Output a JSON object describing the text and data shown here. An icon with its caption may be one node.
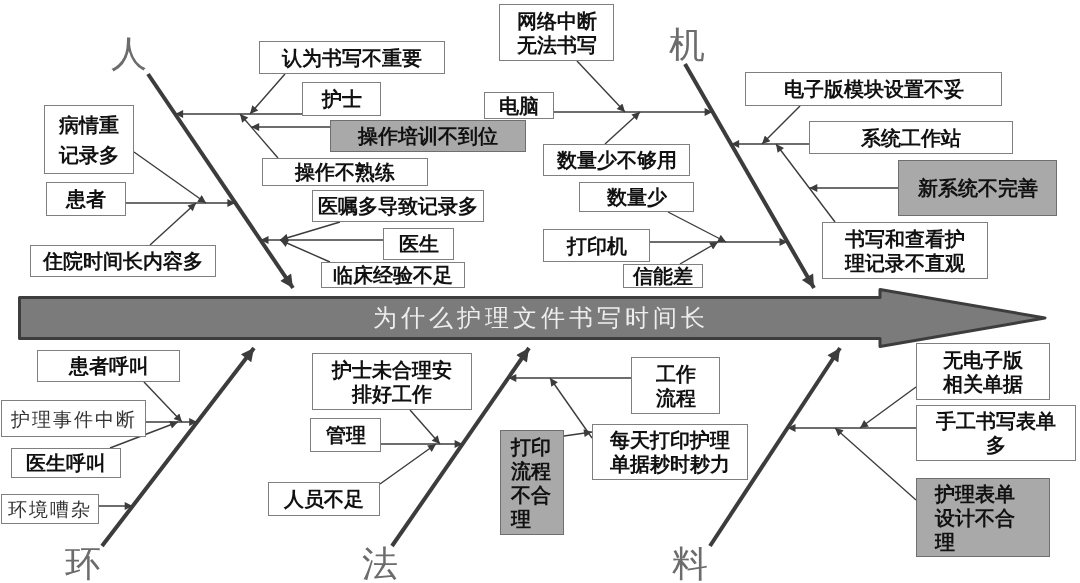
{
  "diagram": {
    "nodes": [
      {
        "text": [
          "人"
        ]
      },
      {
        "text": [
          "认为书写不重要"
        ]
      },
      {
        "text": [
          "护士"
        ]
      },
      {
        "text": [
          "操作培训不到位"
        ]
      },
      {
        "text": [
          "操作不熟练"
        ]
      },
      {
        "text": [
          "病情重记录多"
        ]
      },
      {
        "text": [
          "患者"
        ]
      },
      {
        "text": [
          "住院时间长内容多"
        ]
      },
      {
        "text": [
          "医嘱多导致记录多"
        ]
      },
      {
        "text": [
          "医生"
        ]
      },
      {
        "text": [
          "临床经验不足"
        ]
      },
      {
        "text": [
          "网络中断无法书写"
        ]
      },
      {
        "text": [
          "机"
        ]
      },
      {
        "text": [
          "电脑"
        ]
      },
      {
        "text": [
          "数量少不够用"
        ]
      },
      {
        "text": [
          "数量少"
        ]
      },
      {
        "text": [
          "打印机"
        ]
      },
      {
        "text": [
          "信能差"
        ]
      },
      {
        "text": [
          "电子版模块设置不妥"
        ]
      },
      {
        "text": [
          "系统工作站"
        ]
      },
      {
        "text": [
          "新系统不完善"
        ]
      },
      {
        "text": [
          "书写和查看护理记录不直观"
        ]
      },
      {
        "text": [
          "为什么护理文件书写时间长"
        ]
      },
      {
        "text": [
          "患者呼叫"
        ]
      },
      {
        "text": [
          "护理事件中断"
        ]
      },
      {
        "text": [
          "医生呼叫"
        ]
      },
      {
        "text": [
          "环境嘈杂"
        ]
      },
      {
        "text": [
          "环"
        ]
      },
      {
        "text": [
          "护士未合理安排好工作"
        ]
      },
      {
        "text": [
          "管理"
        ]
      },
      {
        "text": [
          "人员不足"
        ]
      },
      {
        "text": [
          "打印流程不合理"
        ]
      },
      {
        "text": [
          "工作流程"
        ]
      },
      {
        "text": [
          "每天打印护理单据耖时耖力"
        ]
      },
      {
        "text": [
          "法"
        ]
      },
      {
        "text": [
          "无电子版相关单据"
        ]
      },
      {
        "text": [
          "手工书写表单多"
        ]
      },
      {
        "text": [
          "护理表单设计不合理"
        ]
      },
      {
        "text": [
          "料"
        ]
      }
    ],
    "edges": [
      {
        "from": 0,
        "to": 22,
        "arrow": "to",
        "style": "thick"
      },
      {
        "from": 12,
        "to": 22,
        "arrow": "to",
        "style": "thick"
      },
      {
        "from": 27,
        "to": 22,
        "arrow": "to",
        "style": "thick"
      },
      {
        "from": 34,
        "to": 22,
        "arrow": "to",
        "style": "thick"
      },
      {
        "from": 38,
        "to": 22,
        "arrow": "to",
        "style": "thick"
      },
      {
        "from": 2,
        "to": null,
        "arrow": "to"
      },
      {
        "from": 1,
        "to": null,
        "arrow": "to"
      },
      {
        "from": 4,
        "to": null,
        "arrow": "to"
      },
      {
        "from": 3,
        "to": null,
        "arrow": "to"
      },
      {
        "from": 6,
        "to": null,
        "arrow": "to"
      },
      {
        "from": 5,
        "to": null,
        "arrow": "to"
      },
      {
        "from": 7,
        "to": null,
        "arrow": "to"
      },
      {
        "from": 9,
        "to": null,
        "arrow": "to"
      },
      {
        "from": 8,
        "to": null,
        "arrow": "to"
      },
      {
        "from": 10,
        "to": null,
        "arrow": "to"
      },
      {
        "from": 13,
        "to": null,
        "arrow": "to"
      },
      {
        "from": 11,
        "to": null,
        "arrow": "to"
      },
      {
        "from": 14,
        "to": null,
        "arrow": "to"
      },
      {
        "from": 16,
        "to": null,
        "arrow": "to"
      },
      {
        "from": 15,
        "to": null,
        "arrow": "to"
      },
      {
        "from": 17,
        "to": null,
        "arrow": "to"
      },
      {
        "from": 19,
        "to": null,
        "arrow": "to"
      },
      {
        "from": 18,
        "to": null,
        "arrow": "to"
      },
      {
        "from": 21,
        "to": null,
        "arrow": "to"
      },
      {
        "from": 20,
        "to": null,
        "arrow": "to"
      },
      {
        "from": 24,
        "to": null,
        "arrow": "to"
      },
      {
        "from": 23,
        "to": null,
        "arrow": "to"
      },
      {
        "from": 25,
        "to": null,
        "arrow": "to"
      },
      {
        "from": 26,
        "to": null,
        "arrow": "to"
      },
      {
        "from": 29,
        "to": null,
        "arrow": "to"
      },
      {
        "from": 28,
        "to": null,
        "arrow": "to"
      },
      {
        "from": 30,
        "to": null,
        "arrow": "to"
      },
      {
        "from": 32,
        "to": null,
        "arrow": "to"
      },
      {
        "from": 33,
        "to": null,
        "arrow": "to"
      },
      {
        "from": 31,
        "to": 33,
        "arrow": "to"
      },
      {
        "from": 36,
        "to": null,
        "arrow": "to"
      },
      {
        "from": 35,
        "to": null,
        "arrow": "to"
      },
      {
        "from": 37,
        "to": null,
        "arrow": "to"
      }
    ]
  }
}
